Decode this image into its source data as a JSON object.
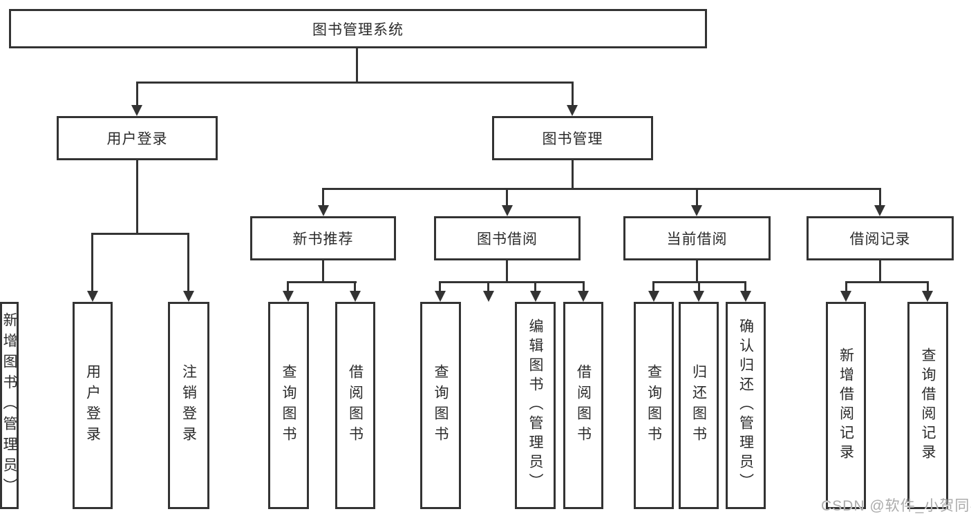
{
  "diagram": {
    "root": {
      "label": "图书管理系统"
    },
    "level2": {
      "user_login": {
        "label": "用户登录"
      },
      "book_mgmt": {
        "label": "图书管理"
      }
    },
    "level3": {
      "new_book_rec": {
        "label": "新书推荐"
      },
      "book_borrow": {
        "label": "图书借阅"
      },
      "current_borrow": {
        "label": "当前借阅"
      },
      "borrow_record": {
        "label": "借阅记录"
      }
    },
    "leaves": {
      "user_login_action": {
        "label": "用户登录"
      },
      "logout_action": {
        "label": "注销登录"
      },
      "rec_query_book": {
        "label": "查询图书"
      },
      "rec_borrow_book": {
        "label": "借阅图书"
      },
      "borrow_query_book": {
        "label": "查询图书"
      },
      "borrow_add_book": {
        "label": "新增图书（管理员）"
      },
      "borrow_edit_book": {
        "label": "编辑图书（管理员）"
      },
      "borrow_borrow_book": {
        "label": "借阅图书"
      },
      "current_query_book": {
        "label": "查询图书"
      },
      "current_return_book": {
        "label": "归还图书"
      },
      "current_confirm_return": {
        "label": "确认归还（管理员）"
      },
      "record_add_record": {
        "label": "新增借阅记录"
      },
      "record_query_record": {
        "label": "查询借阅记录"
      }
    },
    "watermark": "CSDN @软件_小贺同学",
    "colors": {
      "line": "#333333",
      "text": "#2b2b2b",
      "watermark": "#ababab",
      "background": "#ffffff"
    }
  }
}
